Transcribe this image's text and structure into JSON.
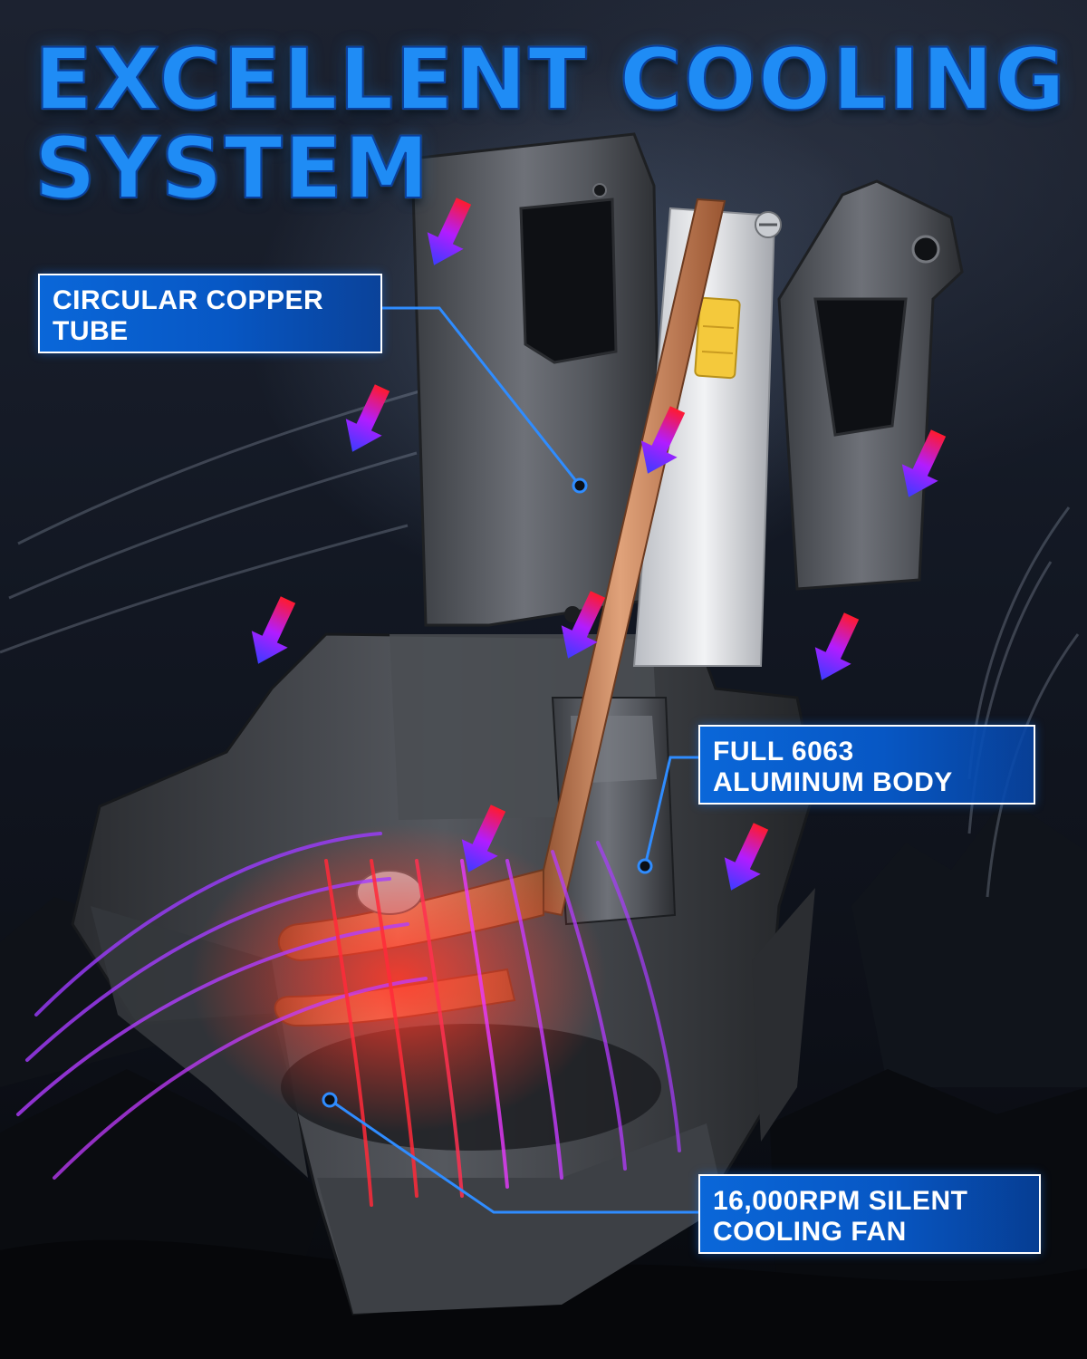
{
  "headline": {
    "line1": "EXCELLENT COOLING",
    "line2": "SYSTEM"
  },
  "callouts": [
    {
      "line1": "CIRCULAR COPPER",
      "line2": "TUBE"
    },
    {
      "line1": "FULL 6063",
      "line2": "ALUMINUM BODY"
    },
    {
      "line1": "16,000RPM SILENT",
      "line2": "COOLING FAN"
    }
  ],
  "colors": {
    "headline": "#1f8cf5",
    "callout_fill": "#0a67d9",
    "callout_border": "#ffffff",
    "leader_line": "#2f8cff",
    "airflow_hot": "#ff2a3a",
    "airflow_cool": "#b23dff",
    "copper": "#c9784a"
  },
  "icons": [
    "airflow-arrow-icon",
    "callout-dot-icon"
  ]
}
